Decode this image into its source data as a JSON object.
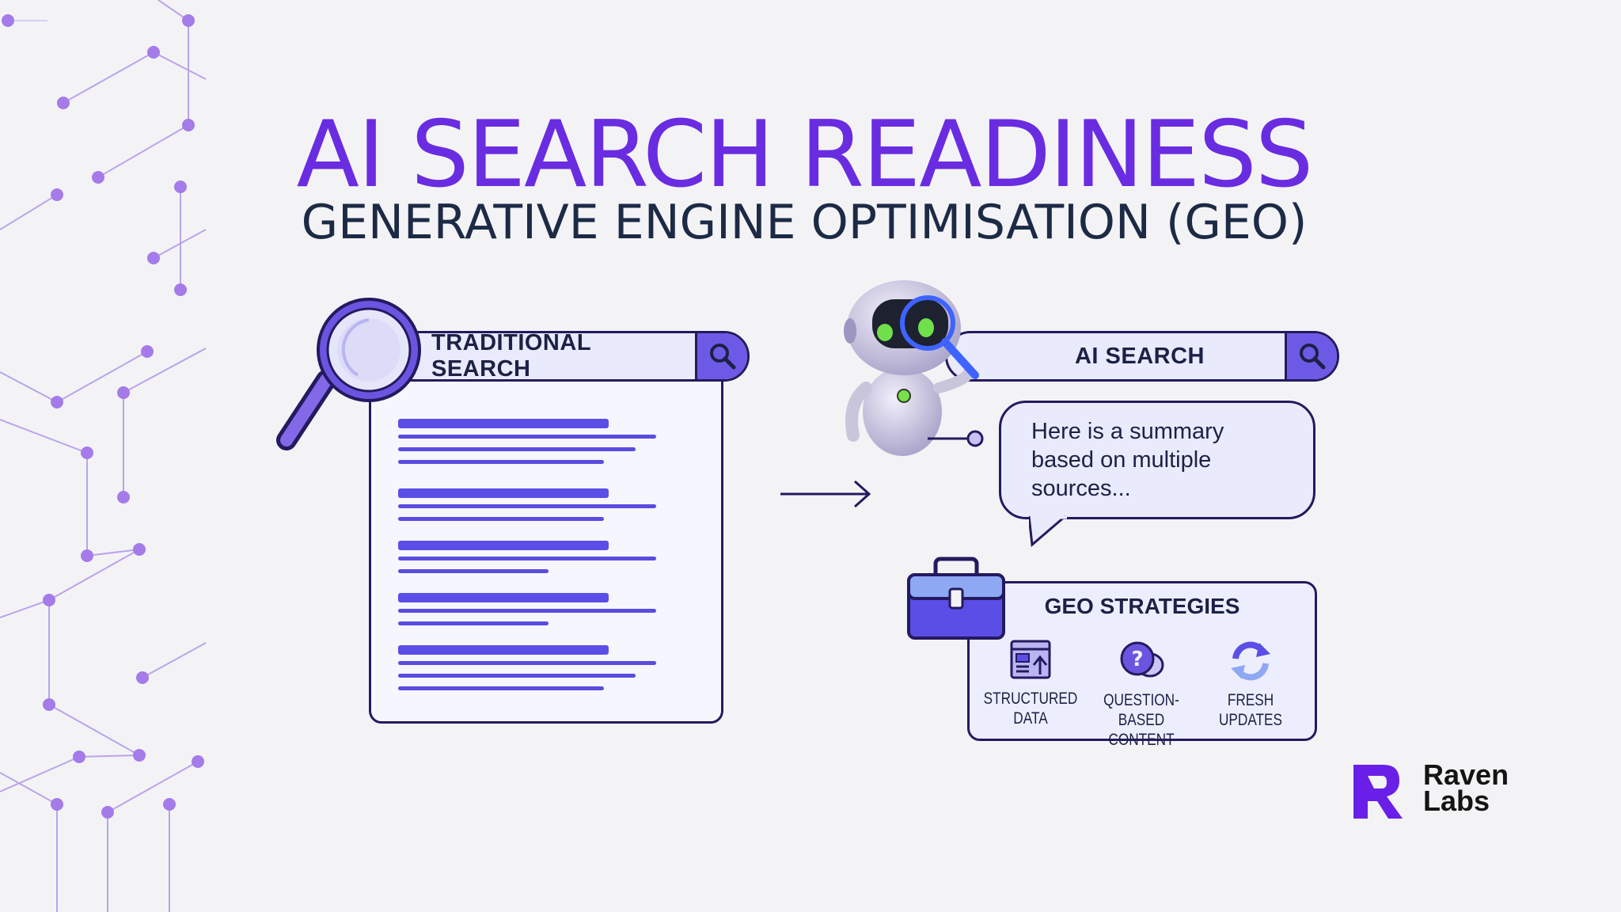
{
  "title": "AI SEARCH READINESS",
  "subtitle": "GENERATIVE ENGINE OPTIMISATION (GEO)",
  "traditional": {
    "label": "TRADITIONAL SEARCH"
  },
  "ai": {
    "label": "AI SEARCH",
    "bubble": [
      "Here is a summary",
      "based on multiple",
      "sources..."
    ]
  },
  "strategies": {
    "title": "GEO STRATEGIES",
    "items": [
      {
        "icon": "structured-data-icon",
        "line1": "STRUCTURED",
        "line2": "DATA"
      },
      {
        "icon": "question-bubble-icon",
        "line1": "QUESTION-BASED",
        "line2": "CONTENT"
      },
      {
        "icon": "refresh-icon",
        "line1": "FRESH",
        "line2": "UPDATES"
      }
    ]
  },
  "logo": {
    "line1": "Raven",
    "line2": "Labs"
  },
  "colors": {
    "accent": "#6a2ce0",
    "primary": "#5b4ee6",
    "navy": "#241a5f",
    "node": "#a47be8"
  }
}
